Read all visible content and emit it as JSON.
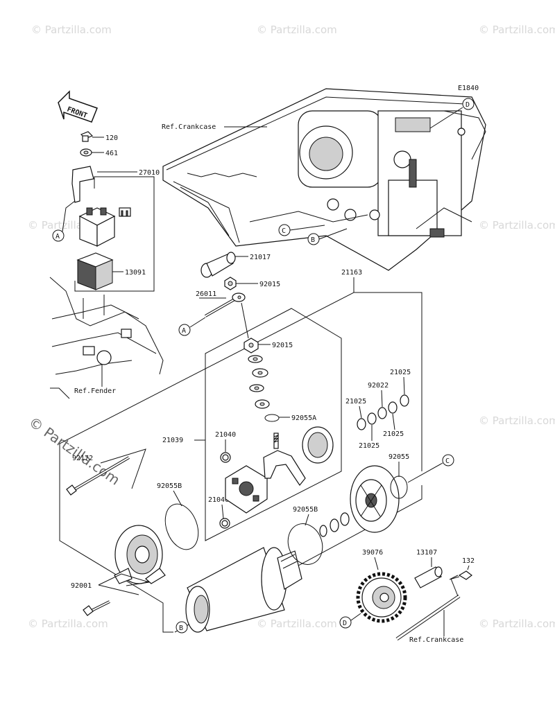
{
  "diagram_code": "E1840",
  "front_label": "FRONT",
  "watermark": "© Partzilla.com",
  "references": {
    "crankcase_top": "Ref.Crankcase",
    "fender": "Ref.Fender",
    "crankcase_bottom": "Ref.Crankcase"
  },
  "callouts": {
    "a1": "A",
    "a2": "A",
    "b1": "B",
    "b2": "B",
    "c1": "C",
    "c2": "C",
    "d1": "D",
    "d2": "D"
  },
  "part_numbers": {
    "p120": "120",
    "p461": "461",
    "p27010": "27010",
    "p13091": "13091",
    "p21017": "21017",
    "p92015a": "92015",
    "p26011": "26011",
    "p21163": "21163",
    "p92015b": "92015",
    "p92055a": "92055A",
    "p21039": "21039",
    "p21040a": "21040",
    "p21040b": "21040",
    "p21025a": "21025",
    "p92022": "92022",
    "p21025b": "21025",
    "p21025c": "21025",
    "p21025d": "21025",
    "p92055": "92055",
    "p92172": "92172",
    "p92055b1": "92055B",
    "p92055b2": "92055B",
    "p92001": "92001",
    "p39076": "39076",
    "p13107": "13107",
    "p132": "132"
  }
}
